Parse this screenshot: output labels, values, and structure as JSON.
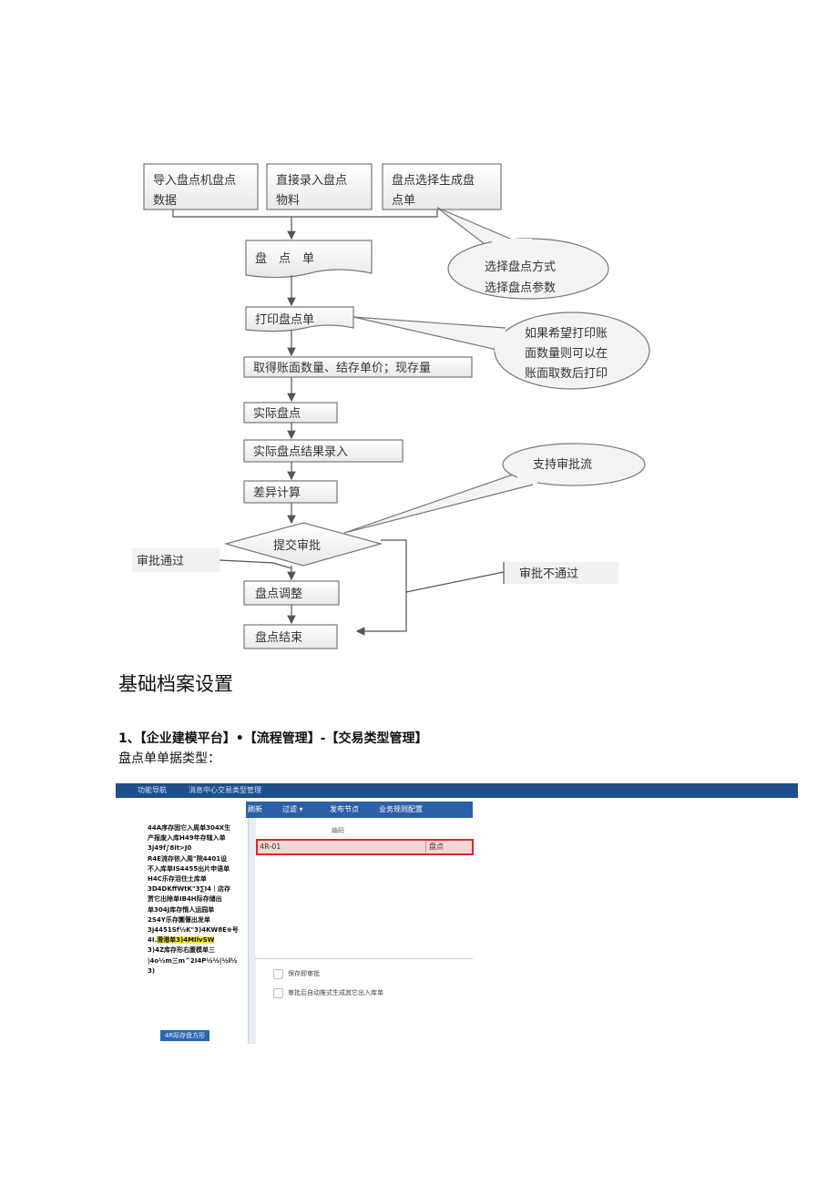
{
  "flowchart": {
    "import_box": {
      "line1": "导入盘点机盘点",
      "line2": "数据"
    },
    "direct_box": {
      "line1": "直接录入盘点",
      "line2": "物料"
    },
    "select_box": {
      "line1": "盘点选择生成盘",
      "line2": "点单"
    },
    "inventory_doc": "盘　点　单",
    "method_bubble": {
      "line1": "选择盘点方式",
      "line2": "选择盘点参数"
    },
    "print_doc": "打印盘点单",
    "print_bubble": {
      "line1": "如果希望打印账",
      "line2": "面数量则可以在",
      "line3": "账面取数后打印"
    },
    "fetch_qty": "取得账面数量、结存单价；现存量",
    "actual_count": "实际盘点",
    "actual_entry": "实际盘点结果录入",
    "diff_calc": "差异计算",
    "approval_bubble": "支持审批流",
    "submit_approval": "提交审批",
    "approved": "审批通过",
    "rejected": "审批不通过",
    "adjust": "盘点调整",
    "end": "盘点结束"
  },
  "section_title": "基础档案设置",
  "step1": {
    "number": "1、",
    "path": "【企业建模平台】•【流程管理】-【交易类型管理】",
    "subtitle": "盘点单单据类型："
  },
  "screenshot": {
    "topbar": {
      "nav": "功能导航",
      "tab": "消息中心交易类型管理"
    },
    "left_list": [
      "44A序存固它入周单304X生",
      "产报废入库H49年存辖入单",
      "3j49f∫8it>J0",
      "R4E流存依入周\"院4401设",
      "不入库单IS4455出片申语单",
      "H4C乐存泪住土库单",
      "3D4DKffWtK\"3∑I4｜店存",
      "贾它出除单IB4H际存储出",
      "单304J库存惰人运园单",
      "2S4Y乐存圜偃出发单",
      "3j4451Sf½K\"3)4KW8E⊕号",
      "4I.",
      "3)4Z库存形右腹模单三",
      "|4o½m三m^2I4P½½|½l½",
      "3)"
    ],
    "left_list_hl_rest": "滑港单3)4MIlvSW",
    "left_button": "4R际存盘方形",
    "toolbar": {
      "refresh": "刷新",
      "filter": "过滤 ▾",
      "publish": "发布节点",
      "rules": "业务规则配置"
    },
    "grid": {
      "header_code": "编码",
      "row_code": "4R-01",
      "row_name": "盘点"
    },
    "options": {
      "save_approve": "保存即审批",
      "auto_generate": "审批后自动推式生成其它出入库单"
    }
  }
}
